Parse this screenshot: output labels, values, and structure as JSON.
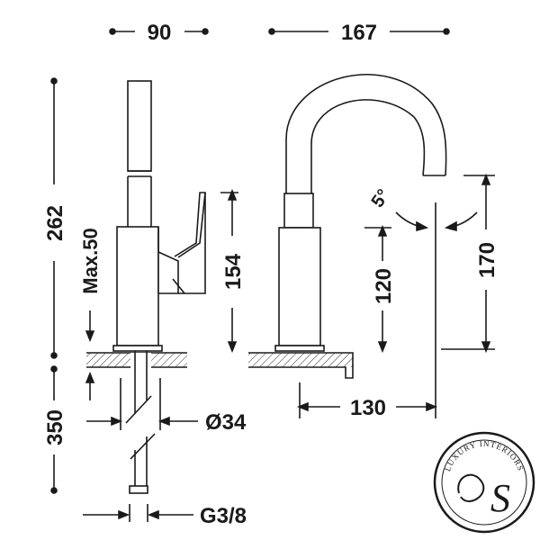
{
  "dimensions": {
    "width_base": "90",
    "reach": "167",
    "total_height": "262",
    "max_deck": "Max.50",
    "handle_height": "154",
    "spout_height": "120",
    "spout_clearance": "170",
    "angle": "5°",
    "spout_projection": "130",
    "hose_length": "350",
    "hole_diameter": "Ø34",
    "thread": "G3/8"
  },
  "logo": {
    "brand_text": "LUXURY INTERIORS",
    "monogram": "S"
  }
}
